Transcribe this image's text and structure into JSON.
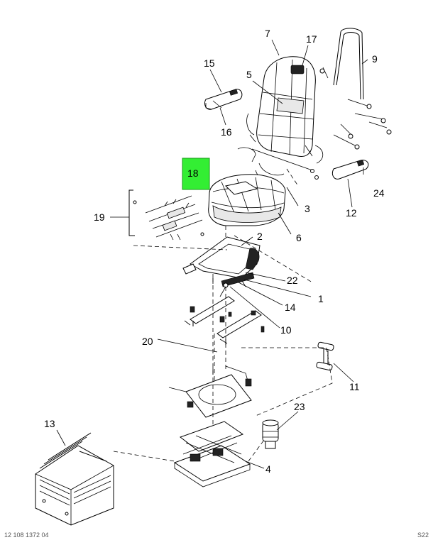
{
  "callouts": {
    "c1": "1",
    "c2": "2",
    "c3": "3",
    "c4": "4",
    "c5": "5",
    "c6": "6",
    "c7": "7",
    "c9": "9",
    "c10": "10",
    "c11": "11",
    "c12": "12",
    "c13": "13",
    "c14": "14",
    "c15": "15",
    "c16": "16",
    "c17": "17",
    "c18": "18",
    "c19": "19",
    "c20": "20",
    "c22": "22",
    "c23": "23",
    "c24": "24"
  },
  "highlight_color": "#33ee33",
  "footer": {
    "left": "12 108 1372 04",
    "right": "S22"
  }
}
